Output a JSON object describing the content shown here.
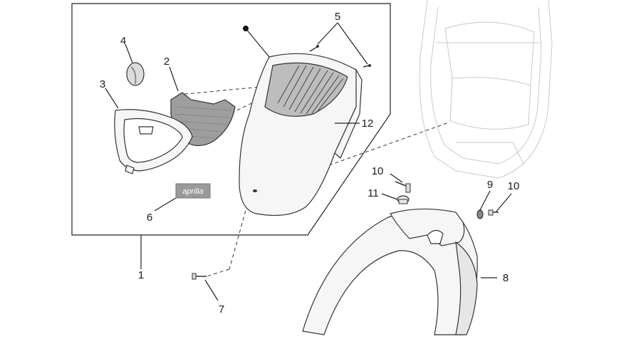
{
  "callouts": {
    "c1": "1",
    "c2": "2",
    "c3": "3",
    "c4": "4",
    "c5": "5",
    "c6": "6",
    "c7": "7",
    "c8": "8",
    "c9": "9",
    "c10a": "10",
    "c10b": "10",
    "c11": "11",
    "c12": "12"
  },
  "badge": {
    "logo": "aprilia"
  },
  "colors": {
    "line": "#222222",
    "part_fill": "#f6f6f6",
    "grille_fill": "#bdbdbd",
    "badge_fill": "#9a9a9a",
    "ghost": "#c8c8c8"
  }
}
